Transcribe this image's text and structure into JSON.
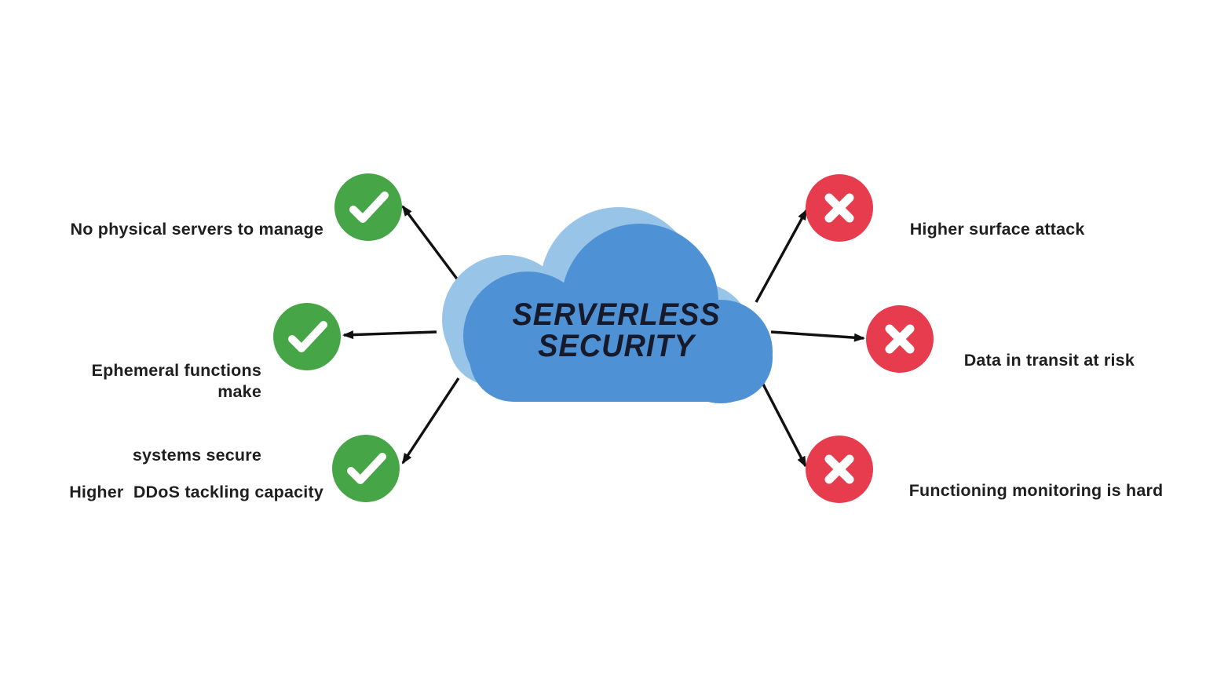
{
  "center": {
    "shape": "cloud-icon",
    "title_line1": "SERVERLESS",
    "title_line2": "SECURITY"
  },
  "colors": {
    "background": "#FFFFFF",
    "cloud_main": "#4E92D5",
    "cloud_light": "#97C4E7",
    "pro_badge": "#46A546",
    "con_badge": "#E73B4E",
    "icon_glyph": "#FFFFFF",
    "arrow": "#111111",
    "label_text": "#1F1F1F",
    "title_text": "#161A2B"
  },
  "pros": [
    {
      "icon": "check-icon",
      "lines": [
        "No physical servers to manage"
      ]
    },
    {
      "icon": "check-icon",
      "lines": [
        "Ephemeral functions make",
        "systems secure"
      ]
    },
    {
      "icon": "check-icon",
      "lines": [
        "Higher  DDoS tackling capacity"
      ]
    }
  ],
  "cons": [
    {
      "icon": "x-icon",
      "lines": [
        "Higher surface attack"
      ]
    },
    {
      "icon": "x-icon",
      "lines": [
        "Data in transit at risk"
      ]
    },
    {
      "icon": "x-icon",
      "lines": [
        "Functioning monitoring is hard"
      ]
    }
  ]
}
